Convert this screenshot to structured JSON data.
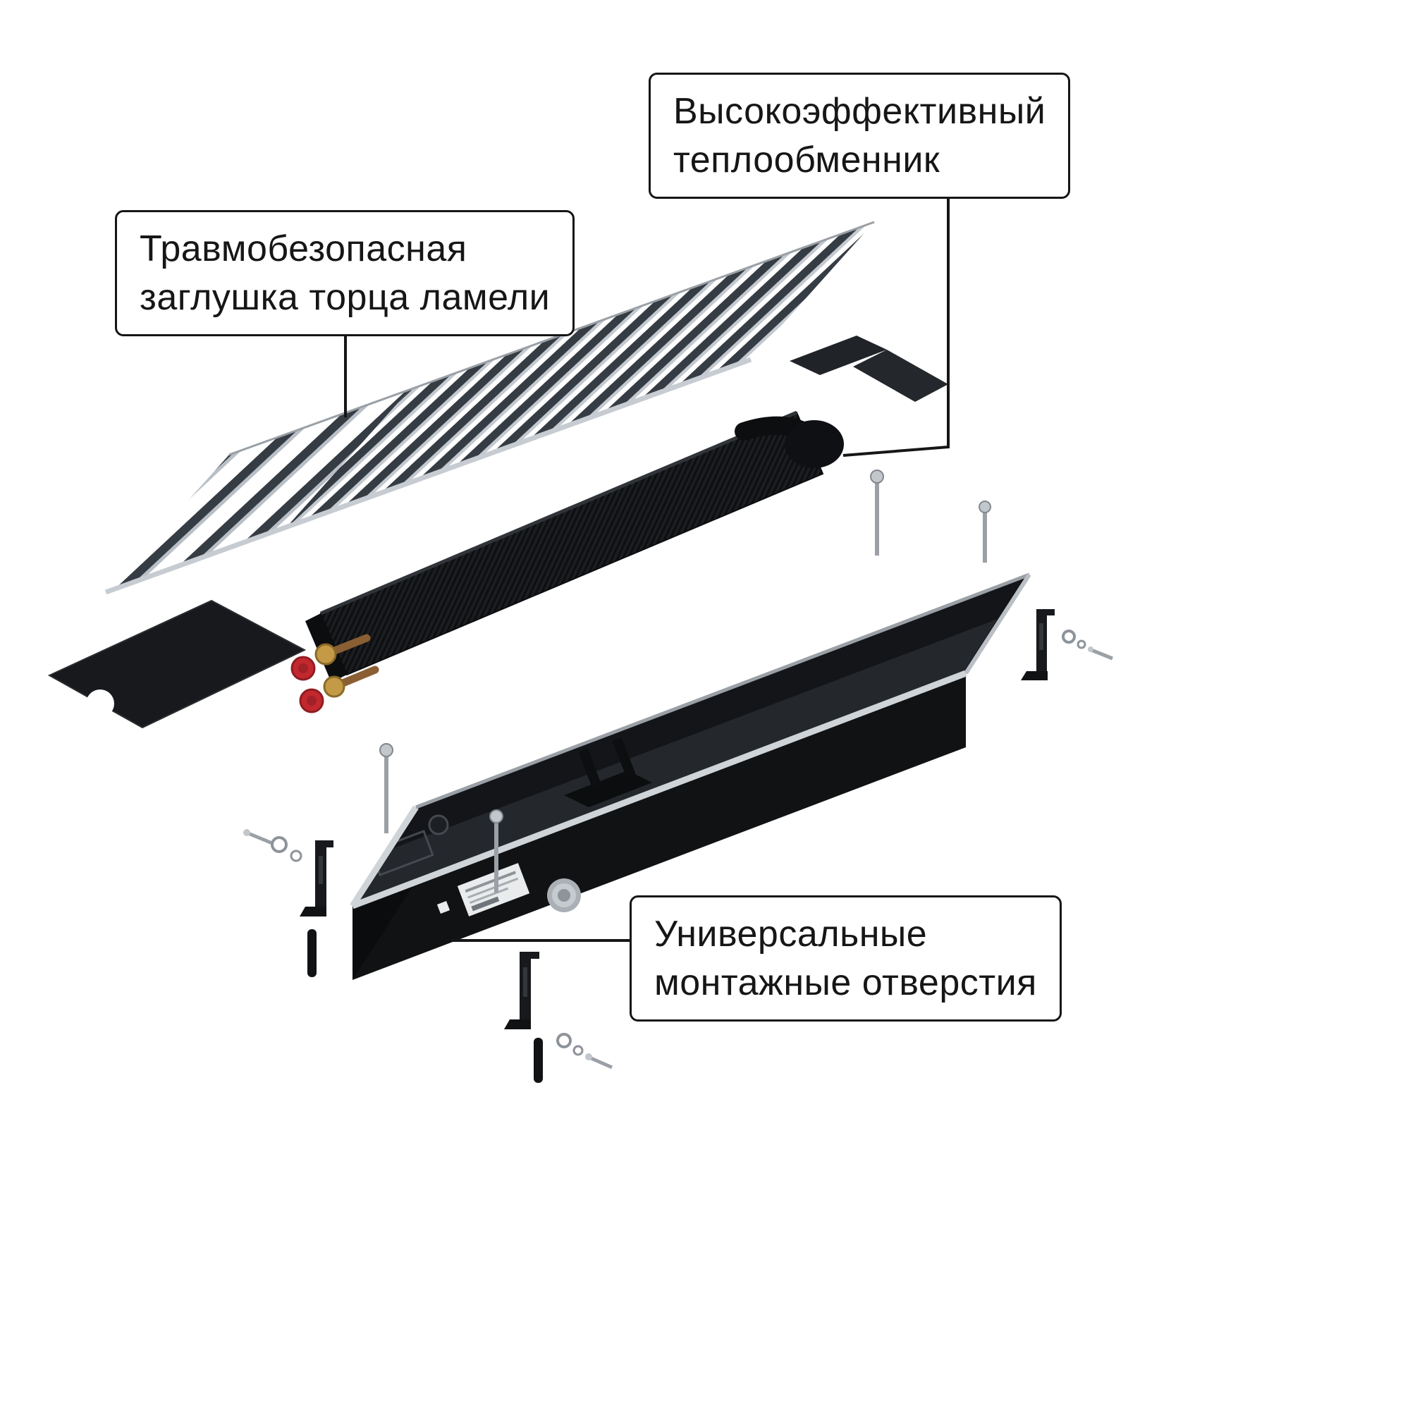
{
  "callouts": [
    {
      "id": "heat-exchanger",
      "lines": [
        "Высокоэффективный",
        "теплообменник"
      ]
    },
    {
      "id": "lamella-end-cap",
      "lines": [
        "Травмобезопасная",
        "заглушка торца ламели"
      ]
    },
    {
      "id": "mounting-holes",
      "lines": [
        "Универсальные",
        "монтажные отверстия"
      ]
    }
  ],
  "parts": [
    "roll-up-grille",
    "grille-end-hook",
    "end-cap-plate",
    "heat-exchanger",
    "pipe-fittings",
    "red-protective-caps",
    "trench-casing",
    "mounting-brackets",
    "screws",
    "dowels",
    "grommet",
    "label-sticker"
  ],
  "colors": {
    "background": "#ffffff",
    "outline": "#161616",
    "casing_dark": "#17191c",
    "rim_silver": "#cfd4d8",
    "grille_dark": "#363c43",
    "grille_silver": "#c3c9cf",
    "brass": "#c59a47",
    "red_cap": "#c2282e"
  }
}
